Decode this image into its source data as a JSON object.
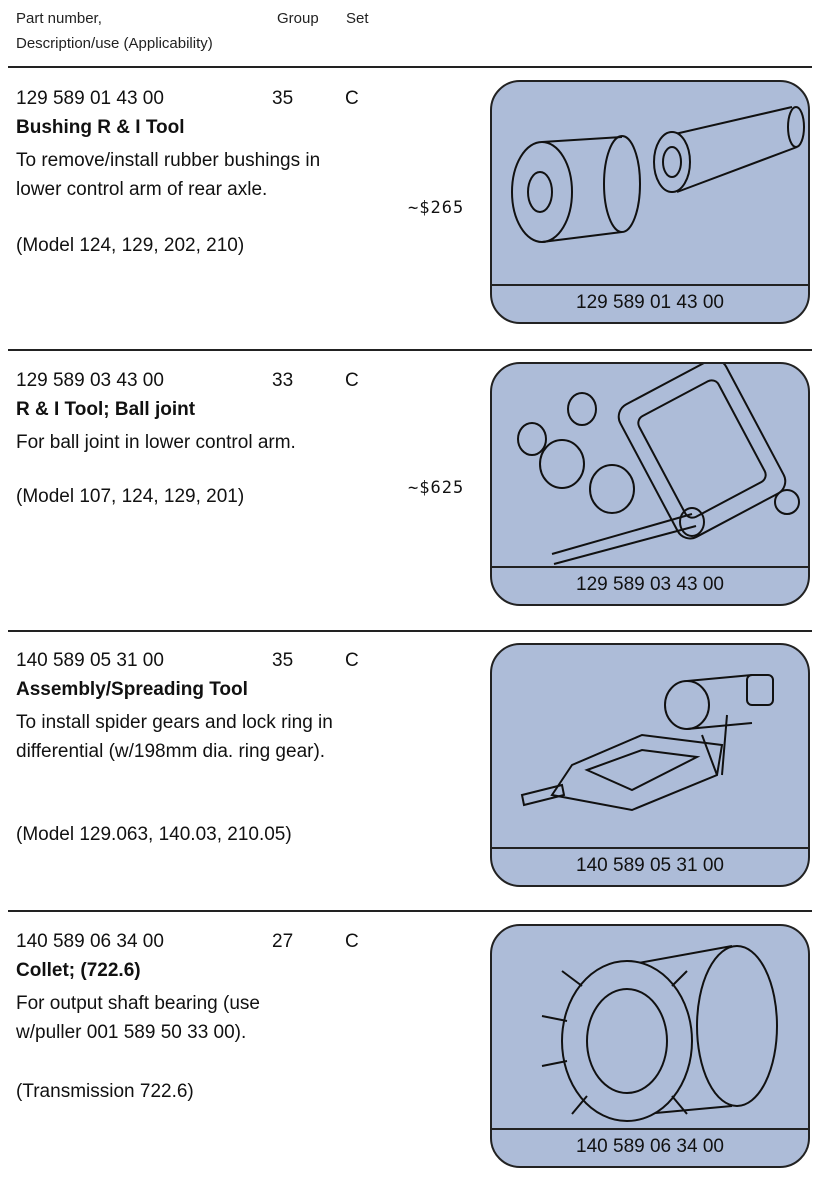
{
  "header": {
    "col1_line1": "Part number,",
    "col1_line2": "Description/use (Applicability)",
    "group": "Group",
    "set": "Set"
  },
  "entries": [
    {
      "part_number": "129 589 01 43 00",
      "group": "35",
      "set": "C",
      "title": "Bushing R & I Tool",
      "description": "To remove/install rubber bushings in lower control arm of rear axle.",
      "applicability": "(Model 124, 129, 202, 210)",
      "price": "~$265",
      "caption": "129 589 01 43 00",
      "icon": "bushing-tool-illustration"
    },
    {
      "part_number": "129 589 03 43 00",
      "group": "33",
      "set": "C",
      "title": "R & I Tool; Ball joint",
      "description": "For ball joint in lower control arm.",
      "applicability": "(Model 107, 124, 129, 201)",
      "price": "~$625",
      "caption": "129 589 03 43 00",
      "icon": "ball-joint-tool-illustration"
    },
    {
      "part_number": "140 589 05 31 00",
      "group": "35",
      "set": "C",
      "title": "Assembly/Spreading Tool",
      "description": "To install spider gears and lock ring in differential (w/198mm dia. ring gear).",
      "applicability": "(Model 129.063, 140.03, 210.05)",
      "caption": "140 589 05 31 00",
      "icon": "spreading-tool-illustration"
    },
    {
      "part_number": "140 589 06 34 00",
      "group": "27",
      "set": "C",
      "title": "Collet; (722.6)",
      "description": "For output shaft bearing (use w/puller 001 589 50 33 00).",
      "applicability": "(Transmission 722.6)",
      "caption": "140 589 06 34 00",
      "icon": "collet-illustration"
    }
  ],
  "colors": {
    "panel": "#adbcd8",
    "ink": "#111111"
  }
}
